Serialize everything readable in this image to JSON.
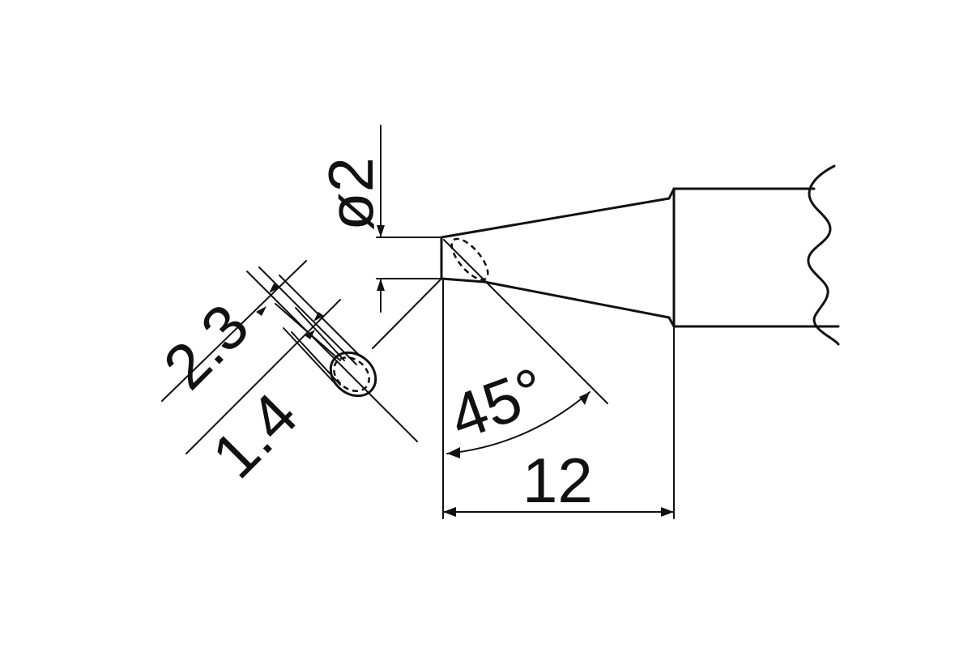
{
  "diagram": {
    "labels": {
      "diameter": "ø2",
      "width_outer": "2.3",
      "width_inner": "1.4",
      "angle": "45°",
      "length": "12"
    }
  }
}
